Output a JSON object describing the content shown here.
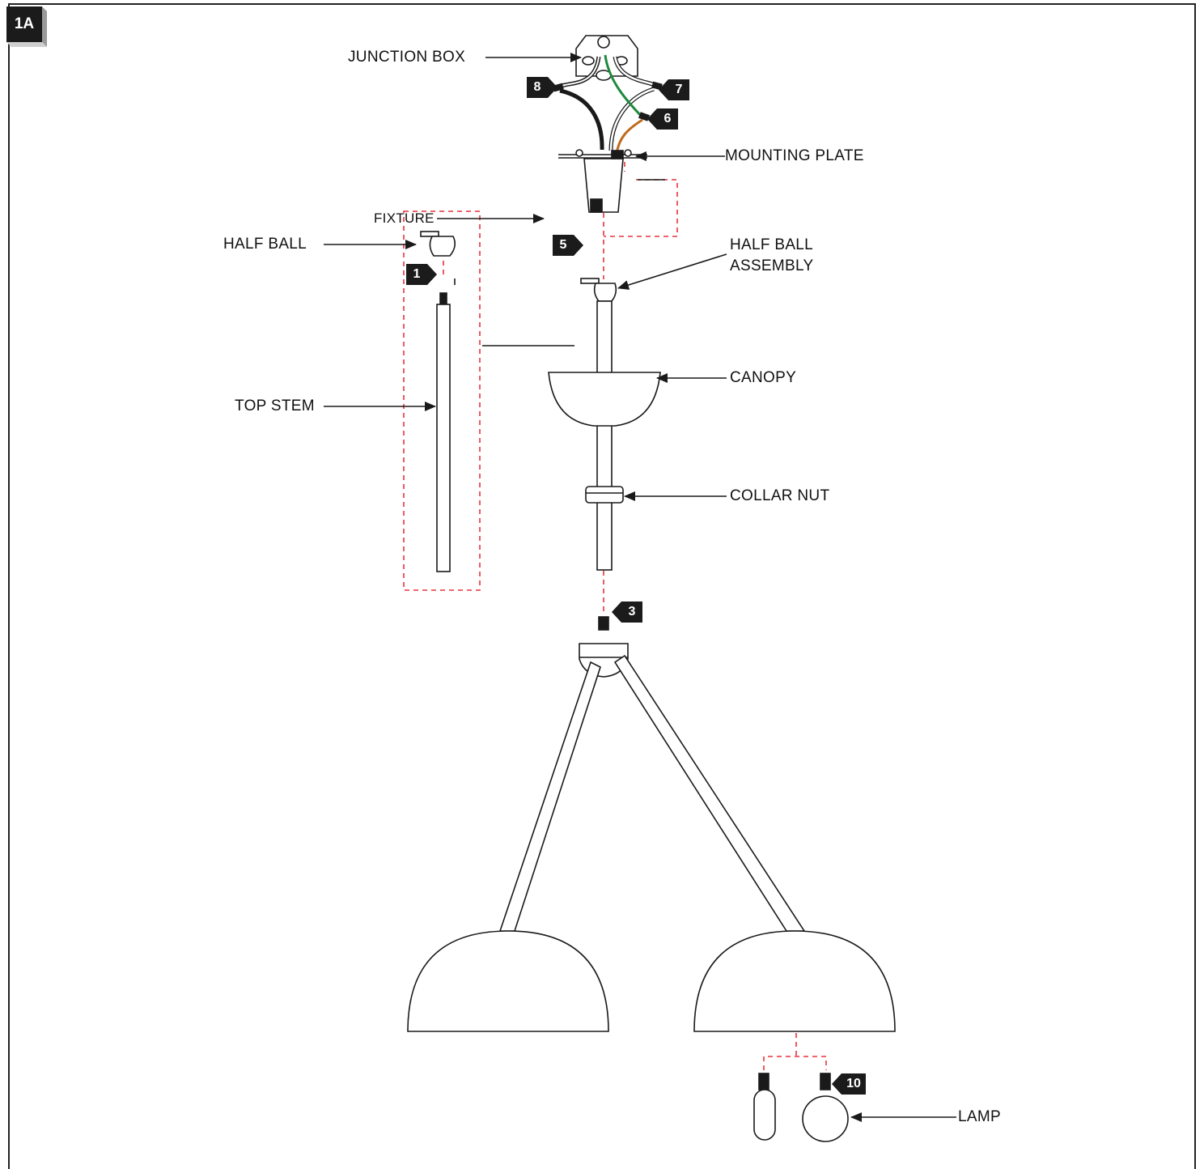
{
  "figure_id": "1A",
  "labels": {
    "junction_box": "JUNCTION BOX",
    "mounting_plate": "MOUNTING PLATE",
    "half_ball": "HALF BALL",
    "half_ball_assembly_1": "HALF BALL",
    "half_ball_assembly_2": "ASSEMBLY",
    "canopy": "CANOPY",
    "top_stem": "TOP STEM",
    "collar_nut": "COLLAR NUT",
    "fixture": "FIXTURE",
    "lamp": "LAMP"
  },
  "steps": {
    "s1": "1",
    "s3": "3",
    "s5": "5",
    "s6": "6",
    "s7": "7",
    "s8": "8",
    "s10": "10"
  },
  "colors": {
    "line": "#1a1a1a",
    "dash": "#e8323c",
    "ground_wire": "#1e8a3c",
    "copper_wire": "#c06a1e"
  }
}
